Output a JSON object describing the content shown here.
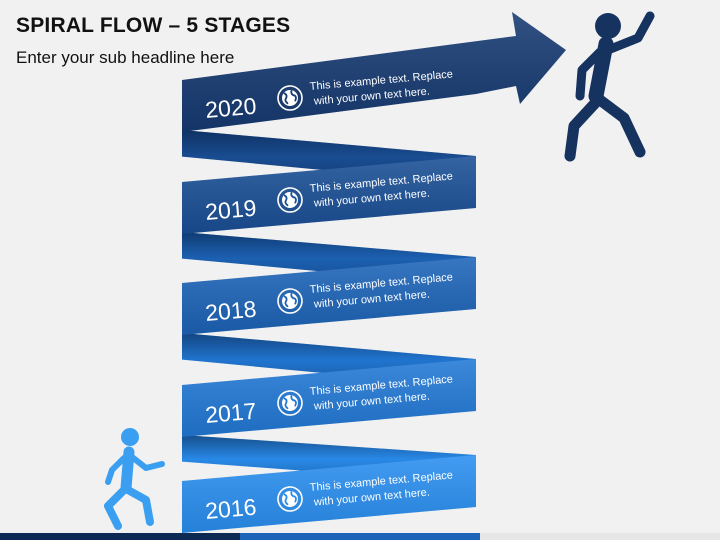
{
  "slide": {
    "title": "SPIRAL FLOW – 5 STAGES",
    "subtitle": "Enter your sub headline here"
  },
  "stages": [
    {
      "year": "2020",
      "text_line1": "This is example text. Replace",
      "text_line2": "with your own text here.",
      "icon": "globe-icon",
      "color": "#163a72"
    },
    {
      "year": "2019",
      "text_line1": "This is example text. Replace",
      "text_line2": "with your own text here.",
      "icon": "globe-icon",
      "color": "#1a4f96"
    },
    {
      "year": "2018",
      "text_line1": "This is example text. Replace",
      "text_line2": "with your own text here.",
      "icon": "globe-icon",
      "color": "#1d64b8"
    },
    {
      "year": "2017",
      "text_line1": "This is example text. Replace",
      "text_line2": "with your own text here.",
      "icon": "globe-icon",
      "color": "#2279d6"
    },
    {
      "year": "2016",
      "text_line1": "This is example text. Replace",
      "text_line2": "with your own text here.",
      "icon": "globe-icon",
      "color": "#2a8ff0"
    }
  ],
  "figures": {
    "top_figure": {
      "icon": "cheering-person-icon",
      "color": "#16335f"
    },
    "bottom_figure": {
      "icon": "running-person-icon",
      "color": "#3a9ff0"
    }
  },
  "colors": {
    "background": "#f1f1f1",
    "arrow_tip": "#0f2d5a",
    "footer_bar": [
      "#0d2a55",
      "#1d64b8",
      "#e6e6e6"
    ]
  }
}
